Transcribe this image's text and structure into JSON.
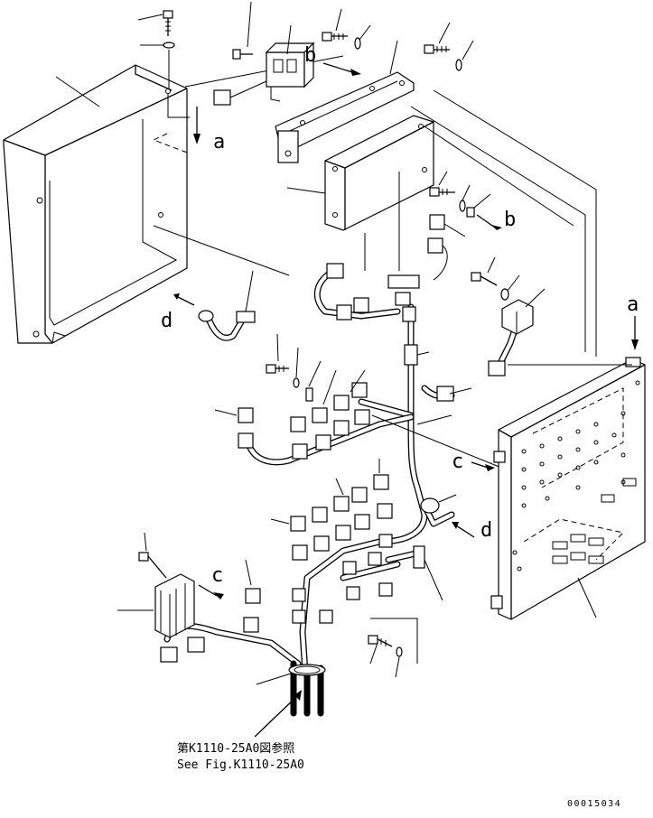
{
  "diagram": {
    "ref_marks": {
      "a_top": "a",
      "a_right": "a",
      "b_top": "b",
      "b_right": "b",
      "c_left": "c",
      "c_mid": "c",
      "d_left": "d",
      "d_right": "d"
    },
    "reference_note": {
      "line_jp": "第K1110-25A0図参照",
      "line_en": "See Fig.K1110-25A0"
    },
    "document_number": "00015034"
  }
}
